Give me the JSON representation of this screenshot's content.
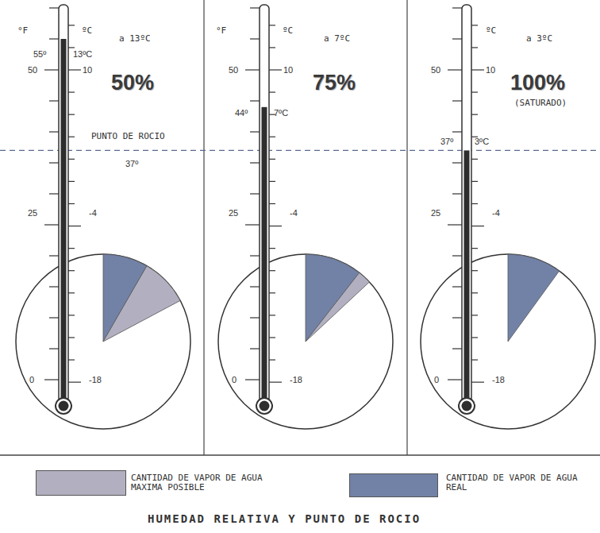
{
  "diagram": {
    "title": "HUMEDAD RELATIVA Y PUNTO DE ROCIO",
    "labels": [
      "°F",
      "ºC",
      "a 13ºC",
      "55º",
      "13ºC",
      "50",
      "10",
      "50%",
      "PUNTO DE ROCIO",
      "37º",
      "25",
      "-4",
      "0",
      "-18",
      "°F",
      "ºC",
      "a 7ºC",
      "50",
      "10",
      "75%",
      "44º",
      "7ºC",
      "25",
      "-4",
      "0",
      "-18",
      "ºC",
      "a 3ºC",
      "50",
      "10",
      "100%",
      "(SATURADO)",
      "37º",
      "3ºC",
      "25",
      "-4",
      "0",
      "-18"
    ],
    "legend": [
      {
        "text": "CANTIDAD DE VAPOR DE AGUA MAXIMA POSIBLE",
        "color": "#b2b0c0"
      },
      {
        "text": "CANTIDAD DE VAPOR DE AGUA REAL",
        "color": "#7282a6"
      }
    ]
  }
}
